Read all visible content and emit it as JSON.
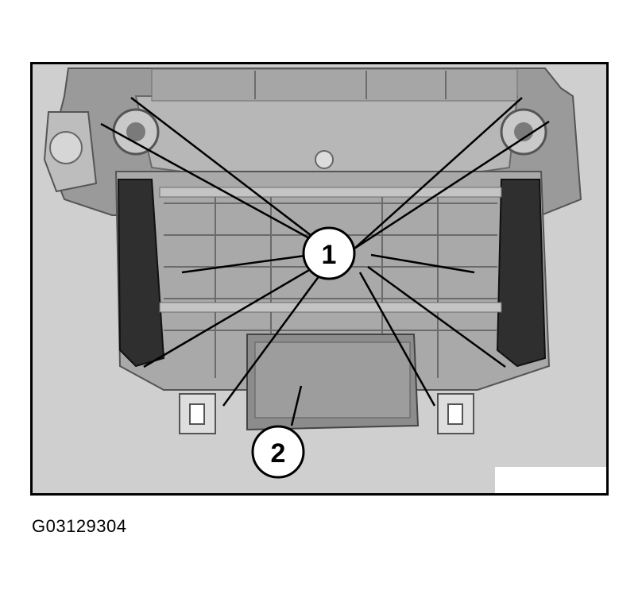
{
  "callouts": [
    {
      "label": "1"
    },
    {
      "label": "2"
    }
  ],
  "caption": "G03129304",
  "colors": {
    "background": "#cfcfcf",
    "housing_dark": "#3a3a3a",
    "housing_mid": "#8f8f8f",
    "housing_light": "#b9b9b9",
    "leader_line": "#000000",
    "callout_fill": "#ffffff"
  }
}
